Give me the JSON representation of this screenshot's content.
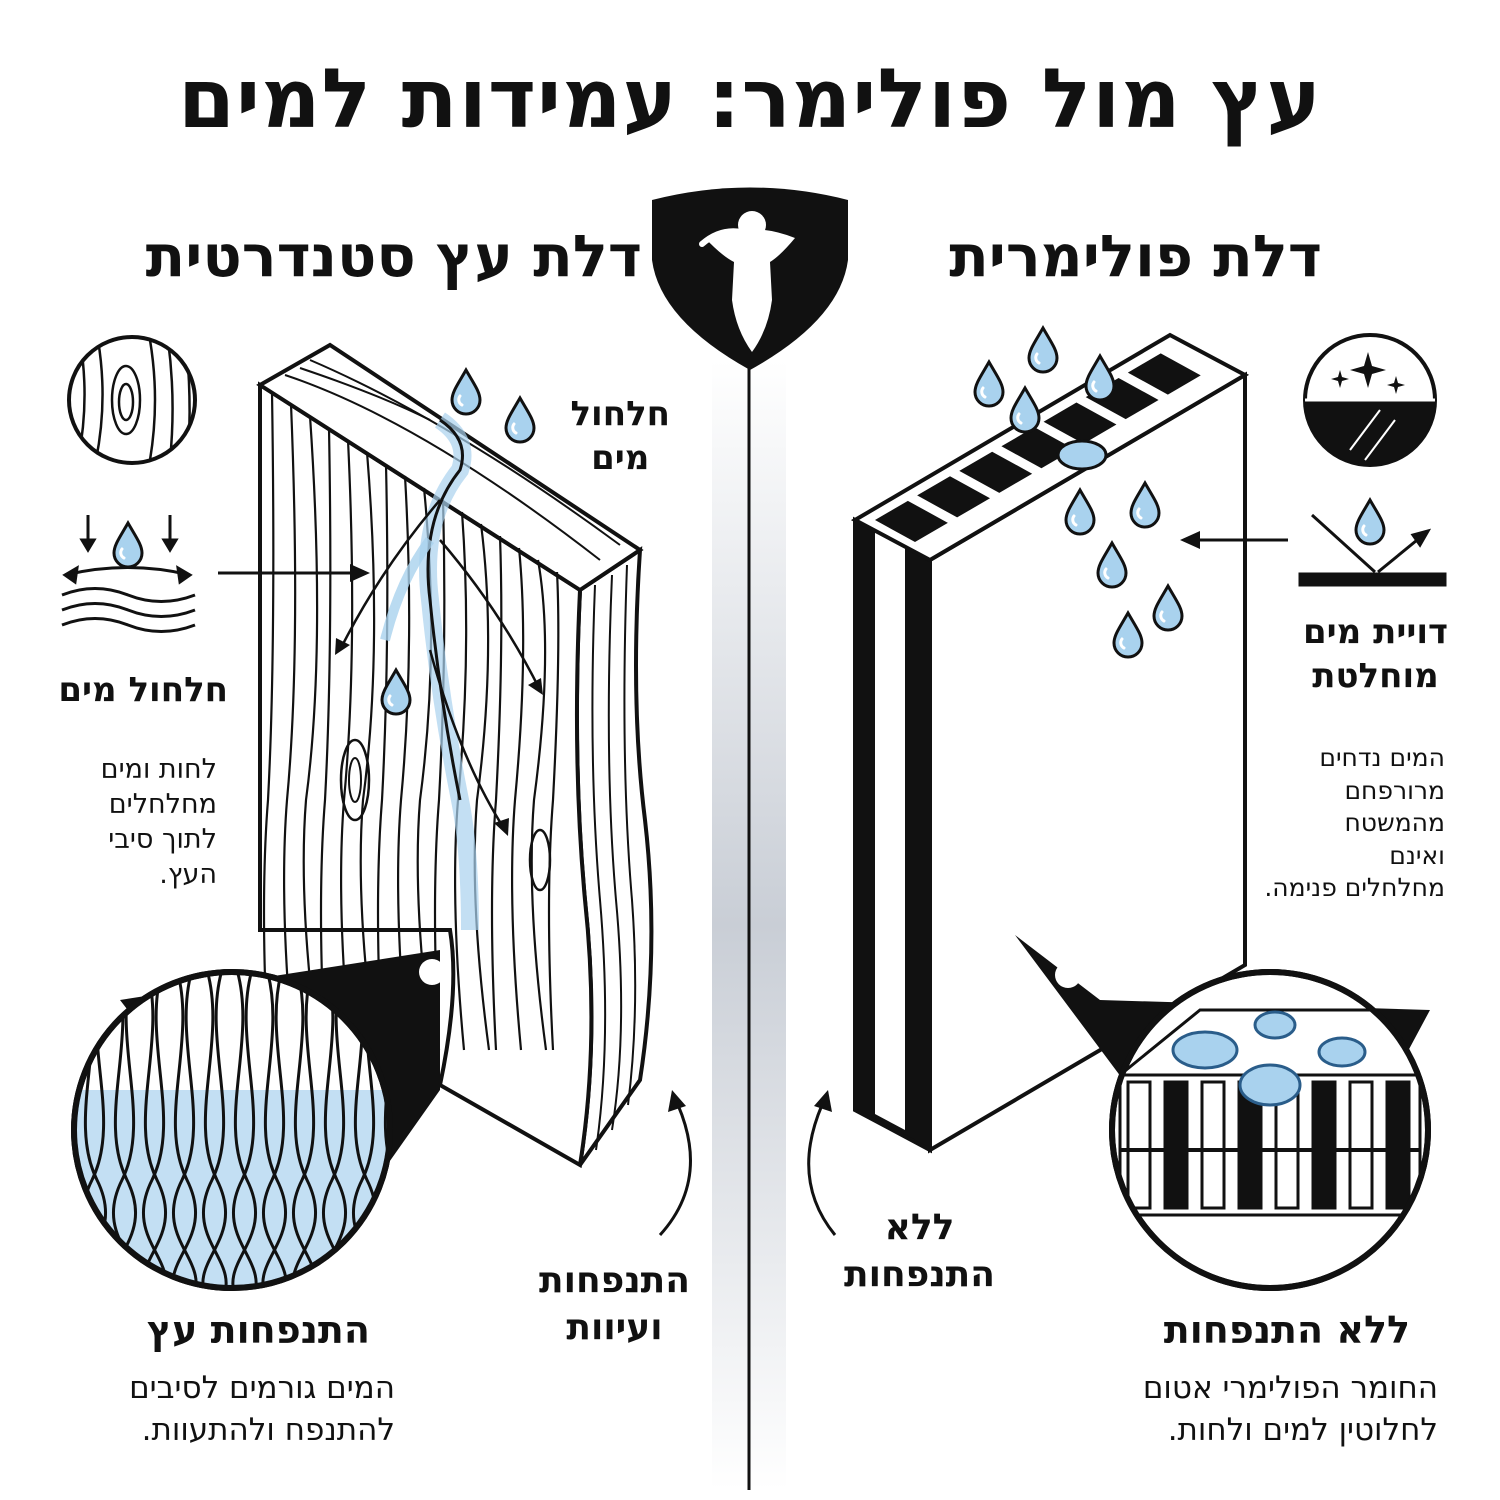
{
  "title": "עץ מול פולימר: עמידות למים",
  "wood": {
    "heading": "דלת עץ סטנדרטית",
    "top_label": [
      "חלחול",
      "מים"
    ],
    "side_label": "חלחול מים",
    "side_desc": [
      "לחות ומים",
      "מחלחלים",
      "לתוך סיבי",
      "העץ."
    ],
    "arrow_label": [
      "התנפחות",
      "ועיוות"
    ],
    "bottom_title": "התנפחות עץ",
    "bottom_desc": [
      "המים גורמים לסיבים",
      "להתנפח ולהתעוות."
    ]
  },
  "polymer": {
    "heading": "דלת פולימרית",
    "side_label": [
      "דויית מים",
      "מוחלטת"
    ],
    "side_desc": [
      "המים נדחים",
      "מרורפחם",
      "מהמשטח",
      "ואינם",
      "מחלחלים פנימה."
    ],
    "arrow_label": [
      "ללא",
      "התנפחות"
    ],
    "bottom_title": "ללא התנפחות",
    "bottom_desc": [
      "החומר הפולימרי אטום",
      "לחלוטין למים ולחות."
    ]
  },
  "colors": {
    "ink": "#111111",
    "water": "#a9d2ee",
    "water_dark": "#2a5d8a",
    "divider": "#c9ced6"
  },
  "icons": {
    "logo": "shield-figure-icon",
    "wood_grain": "wood-grain-icon",
    "absorb": "water-absorb-icon",
    "sparkle": "sparkle-surface-icon",
    "repel": "water-repel-icon"
  }
}
